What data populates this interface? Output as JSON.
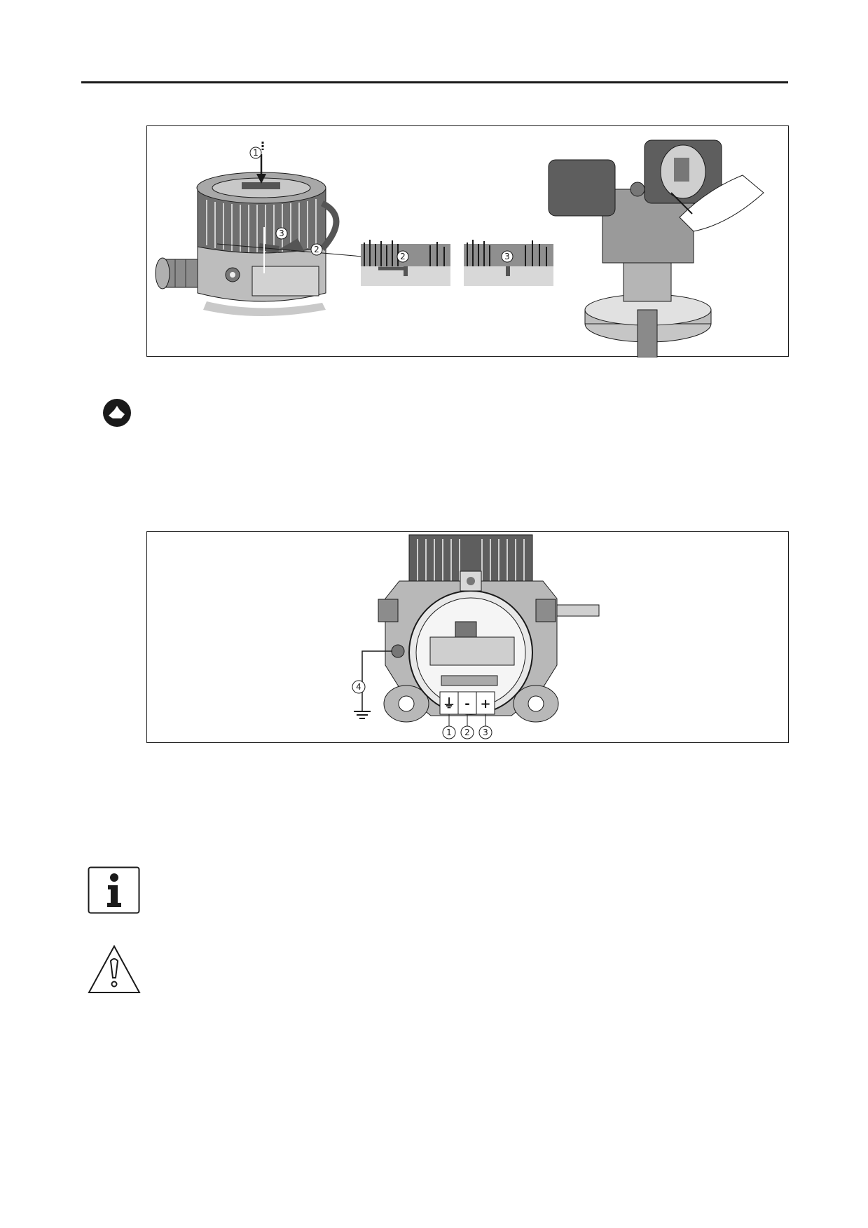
{
  "figures": {
    "cover_removal": {
      "callouts": [
        "1",
        "2",
        "3",
        "2",
        "3"
      ]
    },
    "terminal_wiring": {
      "terminal_symbols": [
        "⏚",
        "-",
        "+"
      ],
      "terminal_callouts": [
        "1",
        "2",
        "3"
      ],
      "ground_callout": "4"
    }
  },
  "icons": {
    "hand": "hand-caution-icon",
    "info": "information-icon",
    "warning": "warning-triangle-icon"
  },
  "colors": {
    "ink": "#1a1a1a",
    "housing_gray": "#9a9a9a",
    "dark_gray": "#555555",
    "light_gray": "#d9d9d9"
  }
}
